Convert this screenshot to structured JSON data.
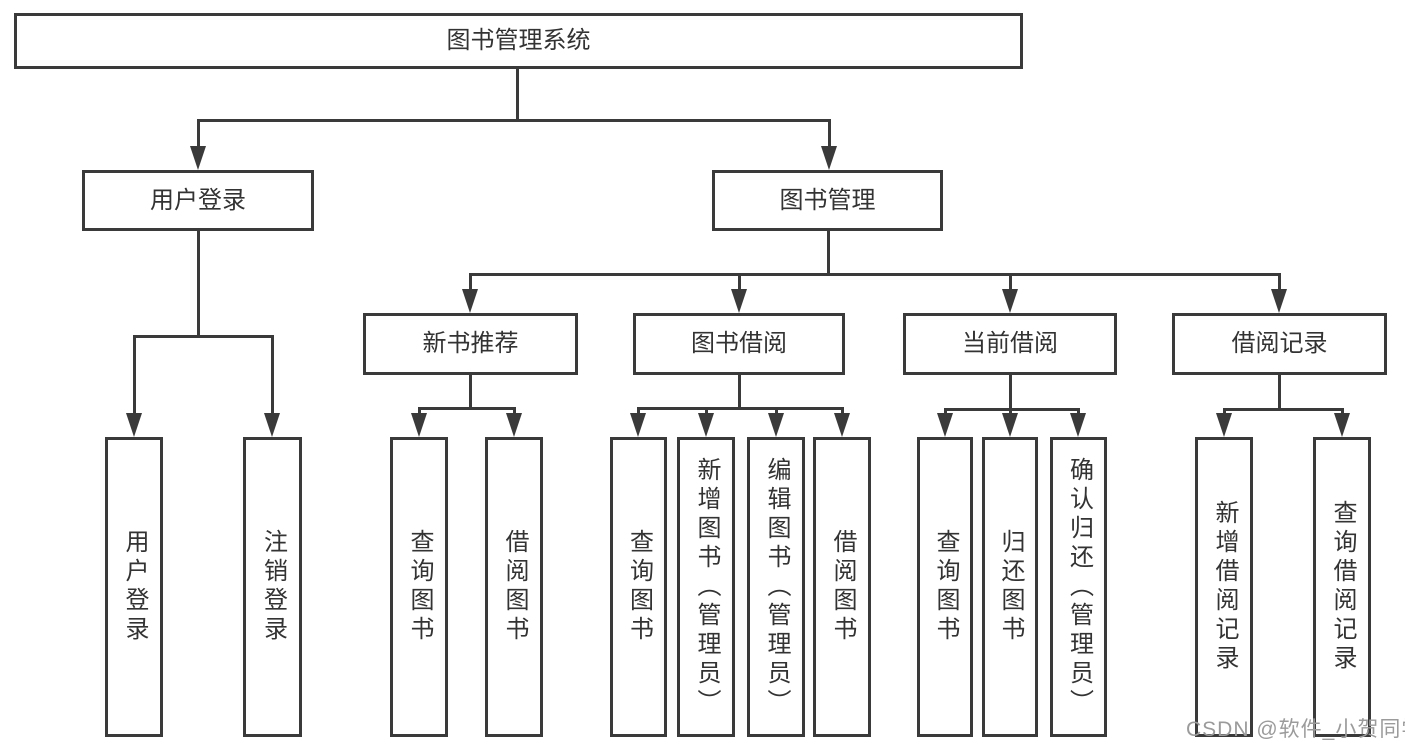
{
  "tree": {
    "root": {
      "label": "图书管理系统"
    },
    "branches": [
      {
        "label": "用户登录",
        "children": [
          {
            "label": "用户登录"
          },
          {
            "label": "注销登录"
          }
        ]
      },
      {
        "label": "图书管理",
        "children": [
          {
            "label": "新书推荐",
            "children": [
              {
                "label": "查询图书"
              },
              {
                "label": "借阅图书"
              }
            ]
          },
          {
            "label": "图书借阅",
            "children": [
              {
                "label": "查询图书"
              },
              {
                "label": "新增图书（管理员）"
              },
              {
                "label": "编辑图书（管理员）"
              },
              {
                "label": "借阅图书"
              }
            ]
          },
          {
            "label": "当前借阅",
            "children": [
              {
                "label": "查询图书"
              },
              {
                "label": "归还图书"
              },
              {
                "label": "确认归还（管理员）"
              }
            ]
          },
          {
            "label": "借阅记录",
            "children": [
              {
                "label": "新增借阅记录"
              },
              {
                "label": "查询借阅记录"
              }
            ]
          }
        ]
      }
    ]
  },
  "watermark": {
    "text": "CSDN @软件_小贺同学"
  },
  "colors": {
    "line": "#3a3a3a",
    "text": "#333333",
    "background": "#ffffff",
    "watermark": "#9b9b9b"
  }
}
